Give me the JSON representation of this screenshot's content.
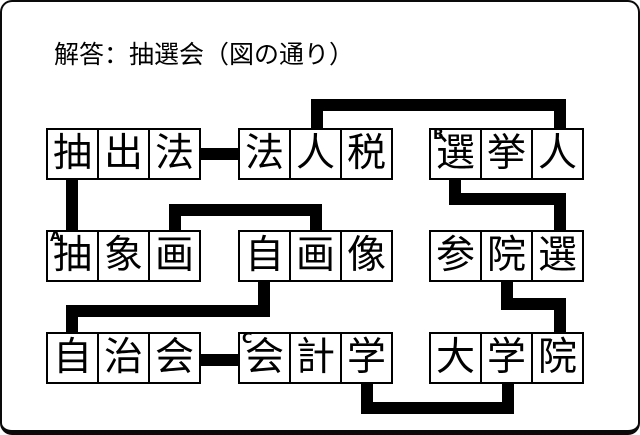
{
  "title": "解答：抽選会（図の通り）",
  "answer_word": "抽選会",
  "colors": {
    "ink": "#000000",
    "background": "#ffffff",
    "connector": "#000000"
  },
  "boxes": [
    {
      "word": "抽出法",
      "chars": [
        "抽",
        "出",
        "法"
      ],
      "sup": "",
      "row": 1,
      "col": 1
    },
    {
      "word": "法人税",
      "chars": [
        "法",
        "人",
        "税"
      ],
      "sup": "",
      "row": 1,
      "col": 2
    },
    {
      "word": "選挙人",
      "chars": [
        "選",
        "挙",
        "人"
      ],
      "sup": "B",
      "row": 1,
      "col": 3
    },
    {
      "word": "抽象画",
      "chars": [
        "抽",
        "象",
        "画"
      ],
      "sup": "A",
      "row": 2,
      "col": 1
    },
    {
      "word": "自画像",
      "chars": [
        "自",
        "画",
        "像"
      ],
      "sup": "",
      "row": 2,
      "col": 2
    },
    {
      "word": "参院選",
      "chars": [
        "参",
        "院",
        "選"
      ],
      "sup": "",
      "row": 2,
      "col": 3
    },
    {
      "word": "自治会",
      "chars": [
        "自",
        "治",
        "会"
      ],
      "sup": "",
      "row": 3,
      "col": 1
    },
    {
      "word": "会計学",
      "chars": [
        "会",
        "計",
        "学"
      ],
      "sup": "C",
      "row": 3,
      "col": 2
    },
    {
      "word": "大学院",
      "chars": [
        "大",
        "学",
        "院"
      ],
      "sup": "",
      "row": 3,
      "col": 3
    }
  ],
  "connections": [
    {
      "from": "抽出法:法",
      "to": "法人税:法"
    },
    {
      "from": "法人税:人",
      "to": "選挙人:人"
    },
    {
      "from": "抽出法:抽",
      "to": "抽象画:抽"
    },
    {
      "from": "抽象画:画",
      "to": "自画像:画"
    },
    {
      "from": "選挙人:選",
      "to": "参院選:選"
    },
    {
      "from": "自画像:自",
      "to": "自治会:自"
    },
    {
      "from": "自治会:会",
      "to": "会計学:会"
    },
    {
      "from": "参院選:院",
      "to": "大学院:院"
    },
    {
      "from": "会計学:学",
      "to": "大学院:学"
    }
  ]
}
